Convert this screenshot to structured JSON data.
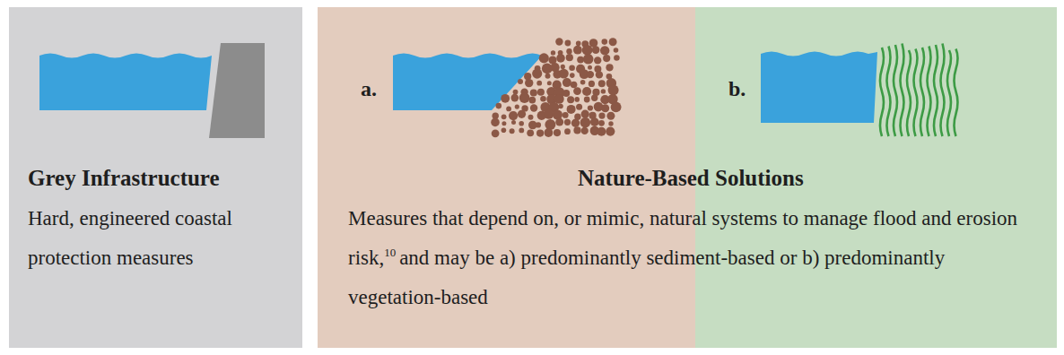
{
  "diagram": {
    "nodes": [
      {
        "text": [
          "Grey Infrastructure",
          "Hard, engineered coastal protection measures"
        ]
      },
      {
        "text": [
          "Nature-Based Solutions",
          "Measures that depend on, or mimic, natural systems to manage flood and erosion risk,",
          "and may be a) predominantly sediment-based or b) predominantly vegetation-based"
        ]
      }
    ],
    "labels": [
      "a.",
      "b.",
      "10"
    ]
  }
}
